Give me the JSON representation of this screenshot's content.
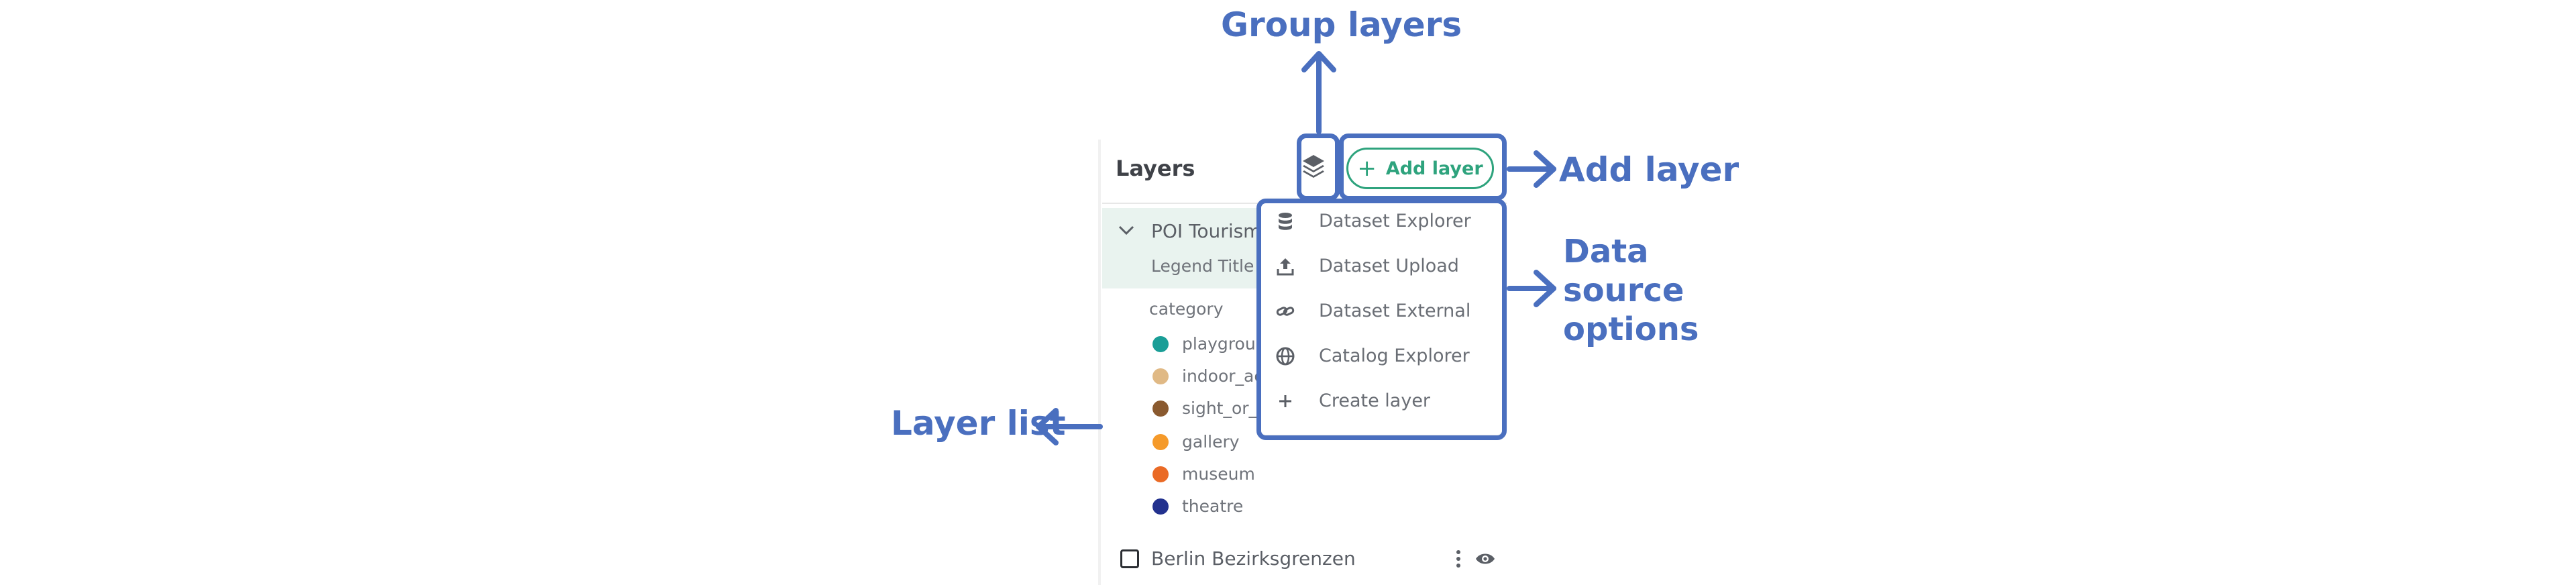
{
  "panel": {
    "title": "Layers",
    "add_layer_label": "Add layer",
    "group_icon": "layers-stack-icon",
    "layers": [
      {
        "name": "POI Tourism",
        "legend_title": "Legend Title",
        "legend_field": "category",
        "legend_items": [
          {
            "label": "playground",
            "color": "#1a9e97"
          },
          {
            "label": "indoor_ac",
            "color": "#e0b985"
          },
          {
            "label": "sight_or_",
            "color": "#8a5a2f"
          },
          {
            "label": "gallery",
            "color": "#f59a2a"
          },
          {
            "label": "museum",
            "color": "#ea6a25"
          },
          {
            "label": "theatre",
            "color": "#22318e"
          }
        ]
      },
      {
        "name": "Berlin Bezirksgrenzen"
      }
    ]
  },
  "menu": {
    "items": [
      {
        "label": "Dataset Explorer",
        "icon": "database-icon"
      },
      {
        "label": "Dataset Upload",
        "icon": "upload-icon"
      },
      {
        "label": "Dataset External",
        "icon": "link-icon"
      },
      {
        "label": "Catalog Explorer",
        "icon": "globe-icon"
      },
      {
        "label": "Create layer",
        "icon": "plus-icon"
      }
    ]
  },
  "annotations": {
    "group_layers": "Group layers",
    "add_layer": "Add layer",
    "data_source_1": "Data",
    "data_source_2": "source",
    "data_source_3": "options",
    "layer_list": "Layer list"
  },
  "colors": {
    "accent": "#2ea37d",
    "annotation": "#4a6fbf"
  }
}
